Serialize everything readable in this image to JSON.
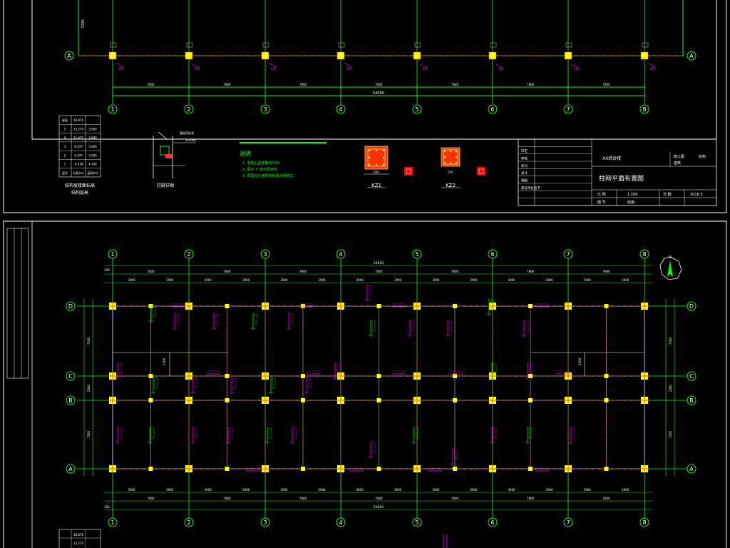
{
  "sheet_top": {
    "axes_numbers": [
      "1",
      "2",
      "3",
      "4",
      "5",
      "6",
      "7",
      "8"
    ],
    "axis_letter": "A",
    "bay_dims": [
      "7800",
      "7800",
      "7800",
      "7800",
      "7800",
      "7800",
      "7800"
    ],
    "total_dim": "54600",
    "left_dim": "7200",
    "column_tag": "KZ1",
    "column_tag2": "KZ2",
    "notes_title": "说明",
    "notes": [
      "1. 混凝土强度等级C30。",
      "2. 图中 × 表示框架柱。",
      "3. 本图应与各层结构图对照施工。"
    ],
    "section_kz1": {
      "label": "KZ1",
      "size_w": "600",
      "size_h": "600"
    },
    "section_kz2": {
      "label": "KZ2",
      "size_w": "500",
      "size_h": "500"
    },
    "detail_caption": "柱脚详图",
    "level_table": {
      "title": "结构层楼面标高",
      "subtitle": "结构层高",
      "rows": [
        [
          "屋面",
          "18.870",
          ""
        ],
        [
          "5",
          "15.270",
          "3.600"
        ],
        [
          "4",
          "11.670",
          "3.600"
        ],
        [
          "3",
          "8.070",
          "3.600"
        ],
        [
          "2",
          "4.470",
          "3.600"
        ],
        [
          "1",
          "-0.030",
          "4.500"
        ],
        [
          "层号",
          "标高(m)",
          "层高(m)"
        ]
      ]
    },
    "title_block": {
      "project": "XX综合楼",
      "drawing_title": "柱网平面布置图",
      "row_labels": [
        "审定",
        "审核",
        "校对",
        "设计",
        "制图",
        "建设单位签字"
      ],
      "scale_label": "比 例",
      "scale_value": "1:100",
      "date_label": "日 期",
      "date_value": "2016.5",
      "no_label": "图 号",
      "no_value": "结施-",
      "phase": "施工图",
      "major": "结构",
      "discipline": "建筑"
    }
  },
  "sheet_bottom": {
    "axes_numbers": [
      "1",
      "2",
      "3",
      "4",
      "5",
      "6",
      "7",
      "8"
    ],
    "axes_letters": [
      "D",
      "C",
      "B",
      "A"
    ],
    "top_total": "54600",
    "bay_dims": [
      "7800",
      "7800",
      "7800",
      "7800",
      "7800",
      "7800",
      "7800"
    ],
    "half_dims": [
      "3900",
      "3900",
      "3900",
      "3900",
      "3900",
      "3900",
      "3900",
      "3900",
      "3900",
      "3900",
      "3900",
      "3900",
      "3900",
      "3900"
    ],
    "left_dims": [
      "7200",
      "2400",
      "7200"
    ],
    "edge_dim": "300",
    "inner_dim": "2400",
    "north_label": "N"
  },
  "colors": {
    "background": "#000000",
    "frame": "#ffffff",
    "axis_line": "#00ff00",
    "dimension": "#00ff00",
    "column": "#ffff00",
    "beam": "#ff00ff",
    "hidden_line": "#ff3333",
    "text": "#ffffff",
    "section_fill": "#ff3300",
    "title_block": "#ffffff"
  },
  "icons": [
    "north-arrow-icon"
  ]
}
